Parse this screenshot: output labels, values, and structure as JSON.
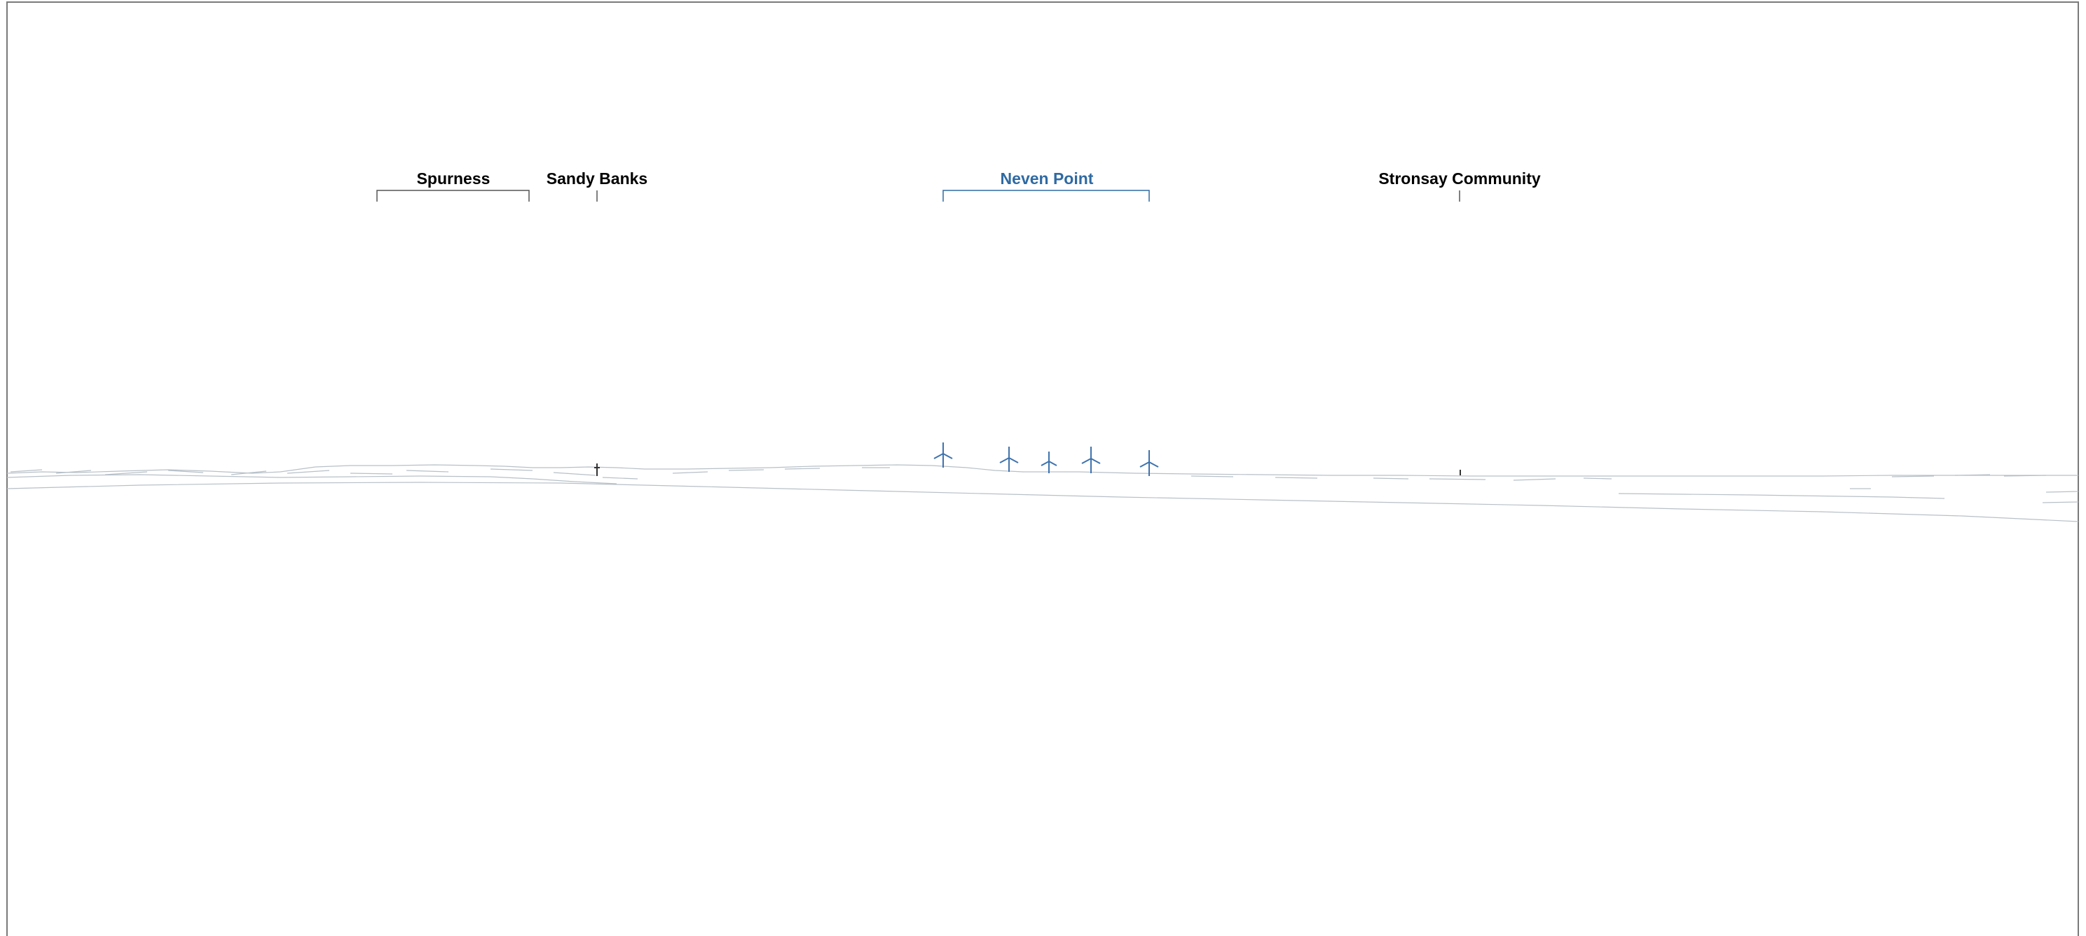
{
  "labels": {
    "spurness": "Spurness",
    "sandy_banks": "Sandy Banks",
    "neven_point": "Neven Point",
    "stronsay_community": "Stronsay Community"
  },
  "colors": {
    "frame": "#7a7a7a",
    "terrain": "#b7c0c8",
    "text_black": "#000000",
    "highlight_blue": "#2f6aa3",
    "turbine_blue": "#3e73ad",
    "background": "#ffffff"
  },
  "icons": {
    "turbine": "wind-turbine-icon",
    "mast": "mast-icon"
  },
  "turbine_count": 5
}
